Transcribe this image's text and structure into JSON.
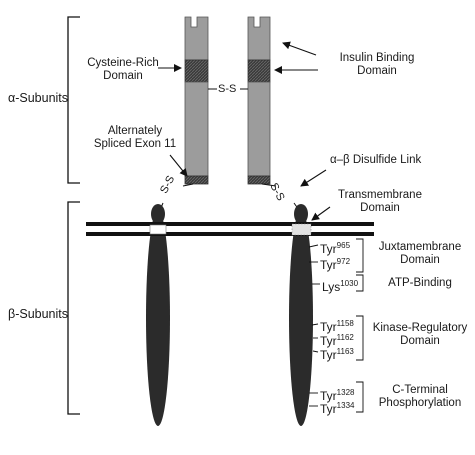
{
  "alpha": {
    "label": "α-Subunits"
  },
  "beta": {
    "label": "β-Subunits"
  },
  "labels": {
    "cysteine_rich": [
      "Cysteine-Rich",
      "Domain"
    ],
    "insulin_binding": [
      "Insulin Binding",
      "Domain"
    ],
    "alt_spliced": [
      "Alternately",
      "Spliced Exon 11"
    ],
    "disulfide_link": "α–β Disulfide Link",
    "transmembrane": [
      "Transmembrane",
      "Domain"
    ],
    "juxtamembrane": [
      "Juxtamembrane",
      "Domain"
    ],
    "atp_binding": "ATP-Binding",
    "kinase_regulatory": [
      "Kinase-Regulatory",
      "Domain"
    ],
    "c_terminal": [
      "C-Terminal",
      "Phosphorylation"
    ]
  },
  "bonds": {
    "alpha_alpha": "S-S",
    "alpha_beta_left": "S-S",
    "alpha_beta_right": "S-S"
  },
  "residues": [
    {
      "name": "Tyr",
      "num": "965"
    },
    {
      "name": "Tyr",
      "num": "972"
    },
    {
      "name": "Lys",
      "num": "1030"
    },
    {
      "name": "Tyr",
      "num": "1158"
    },
    {
      "name": "Tyr",
      "num": "1162"
    },
    {
      "name": "Tyr",
      "num": "1163"
    },
    {
      "name": "Tyr",
      "num": "1328"
    },
    {
      "name": "Tyr",
      "num": "1334"
    }
  ],
  "colors": {
    "alpha_chain": "#9a9a9a",
    "cys_domain": "#3e3e3e",
    "beta_chain": "#2b2b2b",
    "membrane": "#111111"
  }
}
